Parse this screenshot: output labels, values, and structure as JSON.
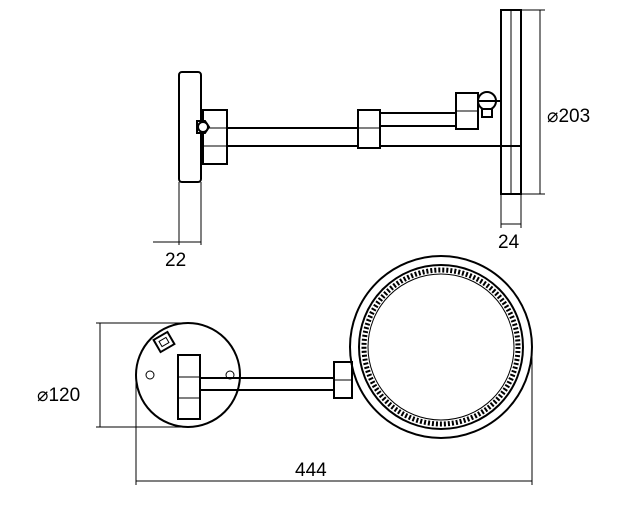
{
  "drawing": {
    "dimensions": {
      "side_view_mirror_diameter": "⌀203",
      "side_view_wall_plate_depth": "22",
      "side_view_mirror_depth": "24",
      "front_view_wall_plate_diameter": "⌀120",
      "front_view_overall_length": "444"
    }
  }
}
